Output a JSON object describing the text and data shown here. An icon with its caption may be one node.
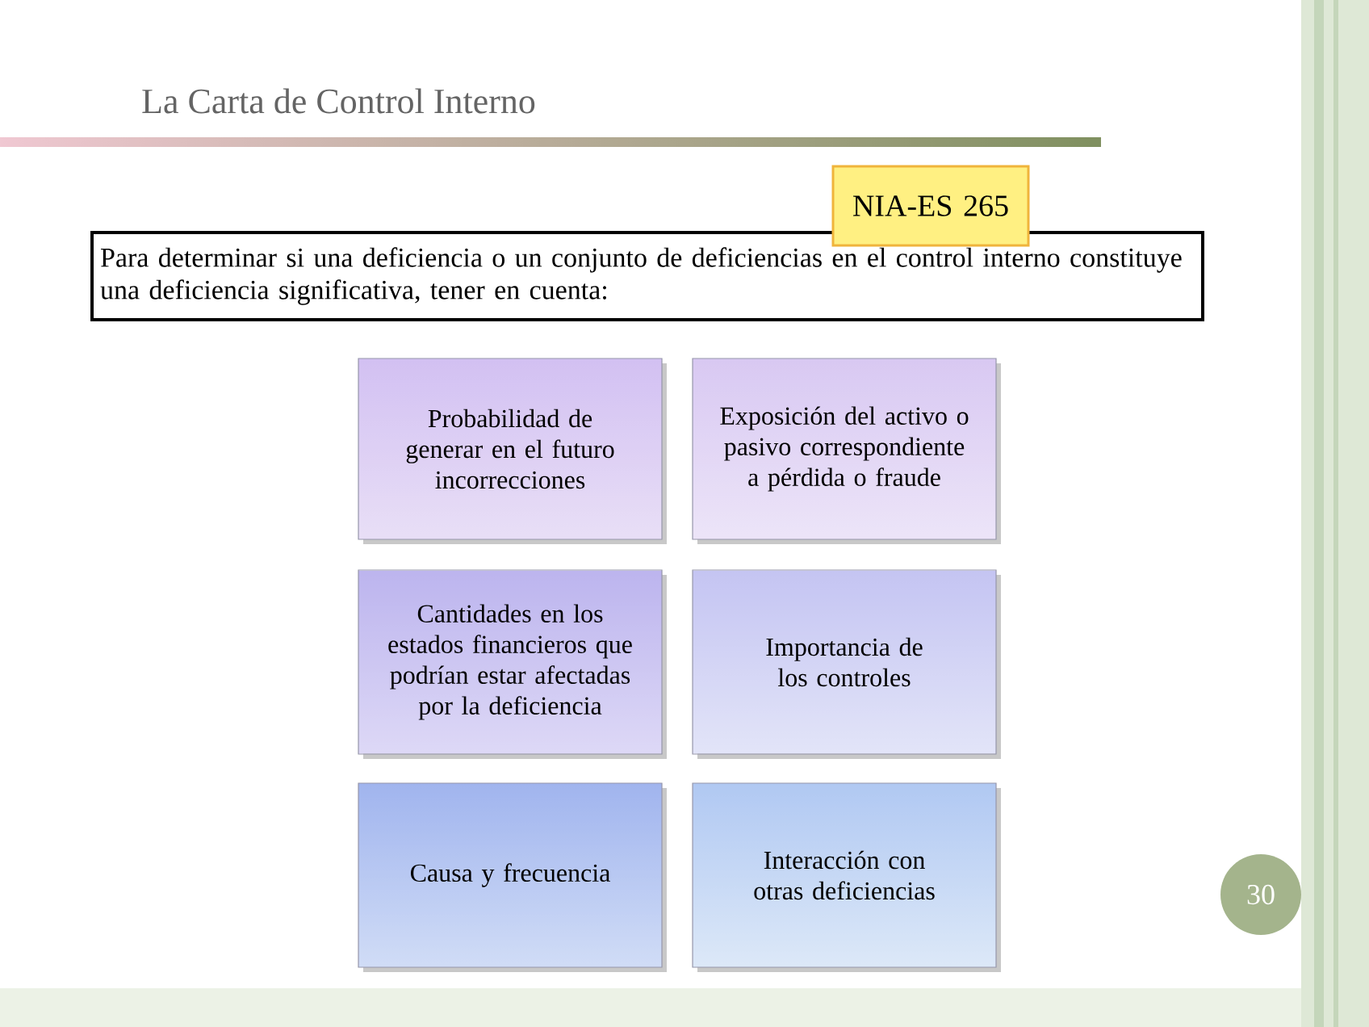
{
  "diagram": {
    "title": "La Carta de Control Interno",
    "nodes": [
      {
        "text": [
          "Para determinar si una deficiencia o un conjunto de deficiencias en el control interno constituye una deficiencia significativa, tener en cuenta:"
        ]
      },
      {
        "text": [
          "NIA-ES 265"
        ]
      },
      {
        "text": [
          "Probabilidad de generar en el futuro incorrecciones"
        ]
      },
      {
        "text": [
          "Exposición del activo o pasivo correspondiente a pérdida o fraude"
        ]
      },
      {
        "text": [
          "Cantidades en los estados financieros que podrían estar afectadas por la deficiencia"
        ]
      },
      {
        "text": [
          "Importancia de los controles"
        ]
      },
      {
        "text": [
          "Causa y frecuencia"
        ]
      },
      {
        "text": [
          "Interacción con otras deficiencias"
        ]
      },
      {
        "text": [
          "30"
        ]
      }
    ]
  }
}
